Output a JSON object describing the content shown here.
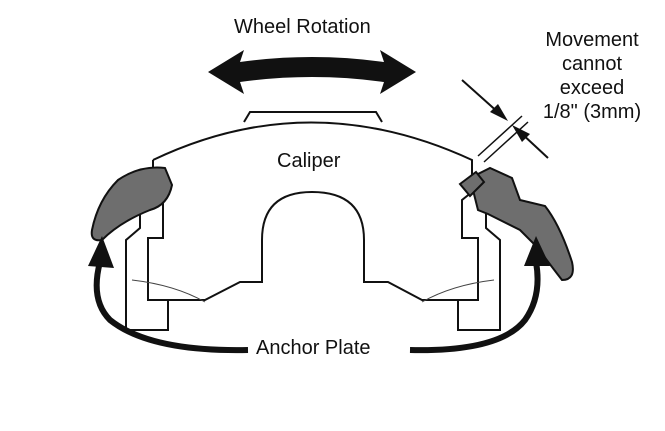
{
  "labels": {
    "wheel_rotation": "Wheel Rotation",
    "caliper": "Caliper",
    "anchor_plate": "Anchor Plate",
    "movement_lines": [
      "Movement",
      "cannot",
      "exceed",
      "1/8\" (3mm)"
    ]
  },
  "colors": {
    "ink": "#111111",
    "pad_fill": "#6e6e6e",
    "background": "#ffffff"
  }
}
